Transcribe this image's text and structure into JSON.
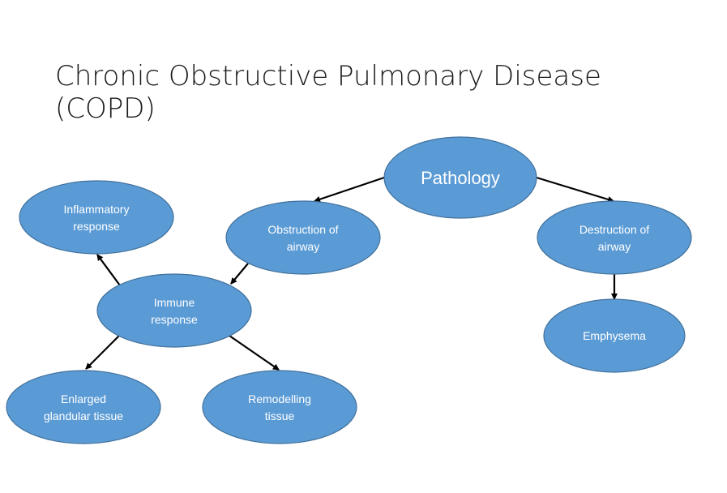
{
  "title": {
    "line1": "Chronic Obstructive Pulmonary Disease",
    "line2": "(COPD)"
  },
  "colors": {
    "node_fill": "#5b9bd5",
    "node_stroke": "#41719c",
    "node_text": "#ffffff",
    "arrow": "#000000"
  },
  "nodes": {
    "pathology": {
      "line1": "Pathology"
    },
    "obstruction": {
      "line1": "Obstruction of",
      "line2": "airway"
    },
    "destruction": {
      "line1": "Destruction of",
      "line2": "airway"
    },
    "inflammatory": {
      "line1": "Inflammatory",
      "line2": "response"
    },
    "immune": {
      "line1": "Immune",
      "line2": "response"
    },
    "emphysema": {
      "line1": "Emphysema"
    },
    "enlarged": {
      "line1": "Enlarged",
      "line2": "glandular tissue"
    },
    "remodelling": {
      "line1": "Remodelling",
      "line2": "tissue"
    }
  },
  "edges": [
    {
      "from": "pathology",
      "to": "obstruction"
    },
    {
      "from": "pathology",
      "to": "destruction"
    },
    {
      "from": "obstruction",
      "to": "immune"
    },
    {
      "from": "immune",
      "to": "inflammatory"
    },
    {
      "from": "immune",
      "to": "enlarged"
    },
    {
      "from": "immune",
      "to": "remodelling"
    },
    {
      "from": "destruction",
      "to": "emphysema"
    }
  ]
}
